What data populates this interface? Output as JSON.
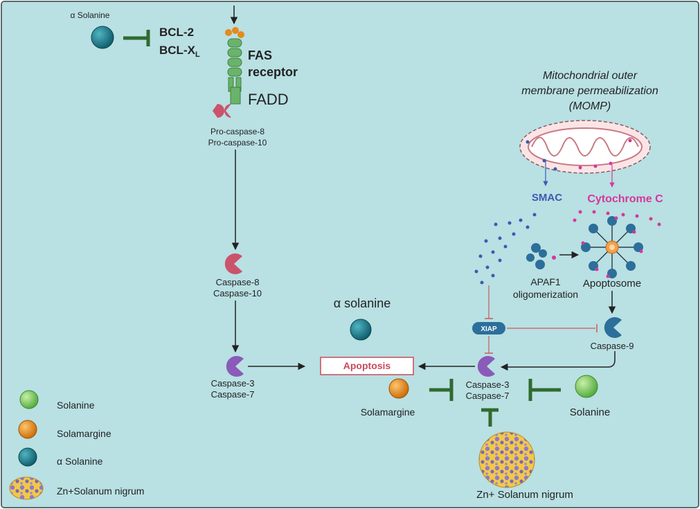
{
  "colors": {
    "background": "#b9e0e3",
    "border": "#5a6a6e",
    "inhibition_green": "#2f6b2f",
    "inhibition_red": "#c75a5a",
    "smac_blue": "#3a5bb0",
    "cytochrome_magenta": "#d4389c",
    "apoptosis_border": "#c84a5a",
    "apoptosis_text": "#c84a5a",
    "caspase8_pink": "#c9546c",
    "caspase3_purple": "#8a5bb8",
    "caspase9_blue": "#2c6f9a",
    "xiap_blue": "#2c6f9a",
    "alpha_solanine_teal": "#157a8a",
    "solanine_green": "#7fcf5a",
    "solamargine_orange": "#e58a1c",
    "fas_green": "#6ab36a"
  },
  "top_left": {
    "alpha_solanine_label": "α Solanine",
    "bcl2_label": "BCL-2",
    "bclxl_label_main": "BCL-X",
    "bclxl_label_sub": "L"
  },
  "fas_pathway": {
    "fas_receptor_line1": "FAS",
    "fas_receptor_line2": "receptor",
    "fadd_label": "FADD",
    "procaspase8_label": "Pro-caspase-8",
    "procaspase10_label": "Pro-caspase-10",
    "caspase8_label": "Caspase-8",
    "caspase10_label": "Caspase-10",
    "left_caspase3_label": "Caspase-3",
    "left_caspase7_label": "Caspase-7"
  },
  "mitochondria": {
    "title_line1": "Mitochondrial outer",
    "title_line2": "membrane permeabilization",
    "title_line3": "(MOMP)",
    "smac_label": "SMAC",
    "cytochrome_label": "Cytochrome C",
    "apaf1_line1": "APAF1",
    "apaf1_line2": "oligomerization",
    "apoptosome_label": "Apoptosome",
    "xiap_label": "XIAP",
    "caspase9_label": "Caspase-9"
  },
  "center": {
    "alpha_solanine_title": "α solanine",
    "apoptosis_label": "Apoptosis",
    "right_caspase3_label": "Caspase-3",
    "right_caspase7_label": "Caspase-7",
    "solamargine_label": "Solamargine",
    "solanine_label": "Solanine",
    "zn_nigrum_label": "Zn+ Solanum nigrum"
  },
  "legend": {
    "items": [
      {
        "label": "Solanine",
        "icon": "solanine-sphere-icon"
      },
      {
        "label": "Solamargine",
        "icon": "solamargine-sphere-icon"
      },
      {
        "label": "α Solanine",
        "icon": "alpha-solanine-sphere-icon"
      },
      {
        "label": "Zn+Solanum nigrum",
        "icon": "zn-solanum-nigrum-particle-icon"
      }
    ]
  }
}
